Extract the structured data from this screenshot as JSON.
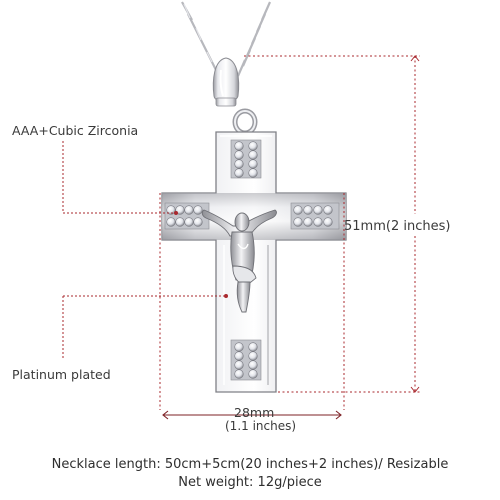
{
  "callouts": {
    "zirconia": "AAA+Cubic Zirconia",
    "plated": "Platinum  plated"
  },
  "dimensions": {
    "height": "51mm(2 inches)",
    "width": "28mm",
    "width_inches": "(1.1 inches)"
  },
  "specs": {
    "length": "Necklace length: 50cm+5cm(20 inches+2 inches)/ Resizable",
    "weight": "Net weight: 12g/piece"
  },
  "colors": {
    "dimension_line": "#a9282e",
    "metal_light": "#f4f4f6",
    "metal_mid": "#c9cacf",
    "metal_dark": "#8b8c92"
  }
}
